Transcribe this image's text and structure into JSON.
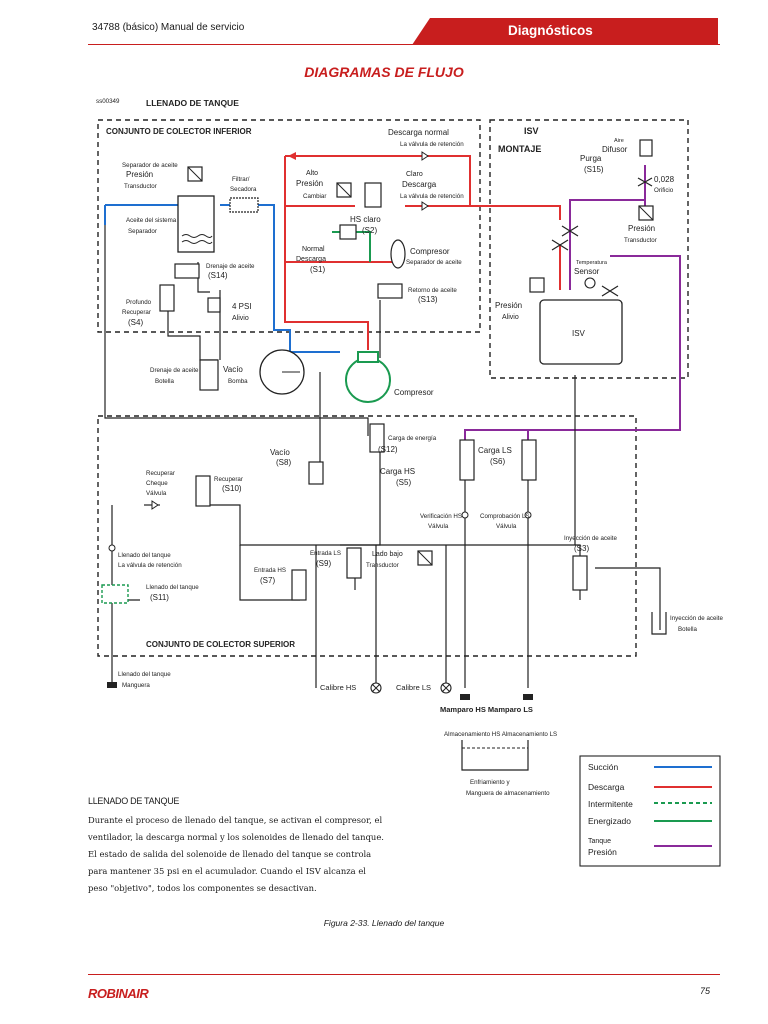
{
  "header": {
    "doc_ref": "34788 (básico) Manual de servicio",
    "section": "Diagnósticos"
  },
  "page_title": "DIAGRAMAS DE FLUJO",
  "diagram": {
    "figure_id": "ss00349",
    "title": "LLENADO DE TANQUE",
    "lower_manifold": "CONJUNTO DE COLECTOR INFERIOR",
    "upper_manifold": "CONJUNTO DE COLECTOR SUPERIOR",
    "isv_title_1": "ISV",
    "isv_title_2": "MONTAJE",
    "labels": {
      "discharge_normal": "Descarga normal",
      "check_valve_1": "La válvula de retención",
      "check_valve_2": "La válvula de retención",
      "oil_sep_1": "Separador de aceite",
      "pressure_1": "Presión",
      "transducer_1": "Transductor",
      "filter_1": "Filtrar/",
      "filter_2": "Secadora",
      "high_1": "Alto",
      "high_2": "Presión",
      "switch": "Cambiar",
      "clear_1": "Claro",
      "clear_2": "Descarga",
      "hs_clear": "HS claro",
      "s2": "(S2)",
      "system_oil": "Aceite del sistema",
      "separator": "Separador",
      "normal_1": "Normal",
      "normal_2": "Descarga",
      "s1": "(S1)",
      "compressor_1": "Compresor",
      "oil_sep_2": "Separador de aceite",
      "oil_drain": "Drenaje de aceite",
      "s14": "(S14)",
      "oil_return": "Retorno de aceite",
      "s13": "(S13)",
      "deep_1": "Profundo",
      "deep_2": "Recuperar",
      "s4": "(S4)",
      "psi4_1": "4 PSI",
      "psi4_2": "Alivio",
      "oil_drain_bottle_1": "Drenaje de aceite",
      "oil_drain_bottle_2": "Botella",
      "vacuum_pump_1": "Vacío",
      "vacuum_pump_2": "Bomba",
      "compressor_2": "Compresor",
      "air": "Aire",
      "diffuser": "Difusor",
      "purge": "Purga",
      "s15": "(S15)",
      "orifice_1": "0,028",
      "orifice_2": "Orificio",
      "pressure_2": "Presión",
      "transducer_2": "Transductor",
      "temp_1": "Temperatura",
      "temp_2": "Sensor",
      "relief_1": "Presión",
      "relief_2": "Alivio",
      "isv": "ISV",
      "vacuum": "Vacío",
      "s8": "(S8)",
      "power_charge": "Carga de energía",
      "s12": "(S12)",
      "charge_hs": "Carga HS",
      "s5": "(S5)",
      "charge_ls": "Carga LS",
      "s6": "(S6)",
      "recover_check_1": "Recuperar",
      "recover_check_2": "Cheque",
      "recover_check_3": "Válvula",
      "recover": "Recuperar",
      "s10": "(S10)",
      "verif_hs_1": "Verificación HS",
      "verif_hs_2": "Válvula",
      "verif_ls_1": "Comprobación LS",
      "verif_ls_2": "Válvula",
      "oil_inj": "Inyección de aceite",
      "s3": "(S3)",
      "tank_fill_check_1": "Llenado del tanque",
      "tank_fill_check_2": "La válvula de retención",
      "tank_fill": "Llenado del tanque",
      "s11": "(S11)",
      "ls_inlet": "Entrada LS",
      "s9": "(S9)",
      "low_side_1": "Lado bajo",
      "low_side_2": "Transductor",
      "hs_inlet": "Entrada HS",
      "s7": "(S7)",
      "oil_inj_bottle_1": "Inyección de aceite",
      "oil_inj_bottle_2": "Botella",
      "tank_hose_1": "Llenado del tanque",
      "tank_hose_2": "Manguera",
      "calibre_hs": "Calibre HS",
      "calibre_ls": "Calibre LS",
      "bulkhead": "Mamparo HS Mamparo LS",
      "storage": "Almacenamiento HS Almacenamiento LS",
      "cooling_1": "Enfriamiento y",
      "cooling_2": "Manguera de almacenamiento"
    },
    "legend": [
      {
        "label": "Succión",
        "color": "#1e6fd0",
        "dash": false
      },
      {
        "label": "Descarga",
        "color": "#e03030",
        "dash": false
      },
      {
        "label": "Intermitente",
        "color": "#1a9a50",
        "dash": true
      },
      {
        "label": "Energizado",
        "color": "#1a9a50",
        "dash": false
      },
      {
        "label": "Tanque",
        "label2": "Presión",
        "color": "#8a2a9a",
        "dash": false
      }
    ],
    "colors": {
      "suction": "#1e6fd0",
      "discharge": "#e03030",
      "energized": "#1a9a50",
      "tank": "#8a2a9a",
      "line": "#222222"
    }
  },
  "description": {
    "title": "LLENADO DE TANQUE",
    "text": "Durante el proceso de llenado del tanque, se activan el compresor, el ventilador, la descarga normal y los solenoides de llenado del tanque. El estado de salida del solenoide de llenado del tanque se controla para mantener 35 psi en el acumulador. Cuando el ISV alcanza el peso \"objetivo\", todos los componentes se desactivan."
  },
  "caption": "Figura 2-33. Llenado del tanque",
  "footer": {
    "brand": "ROBINAIR",
    "page": "75"
  }
}
